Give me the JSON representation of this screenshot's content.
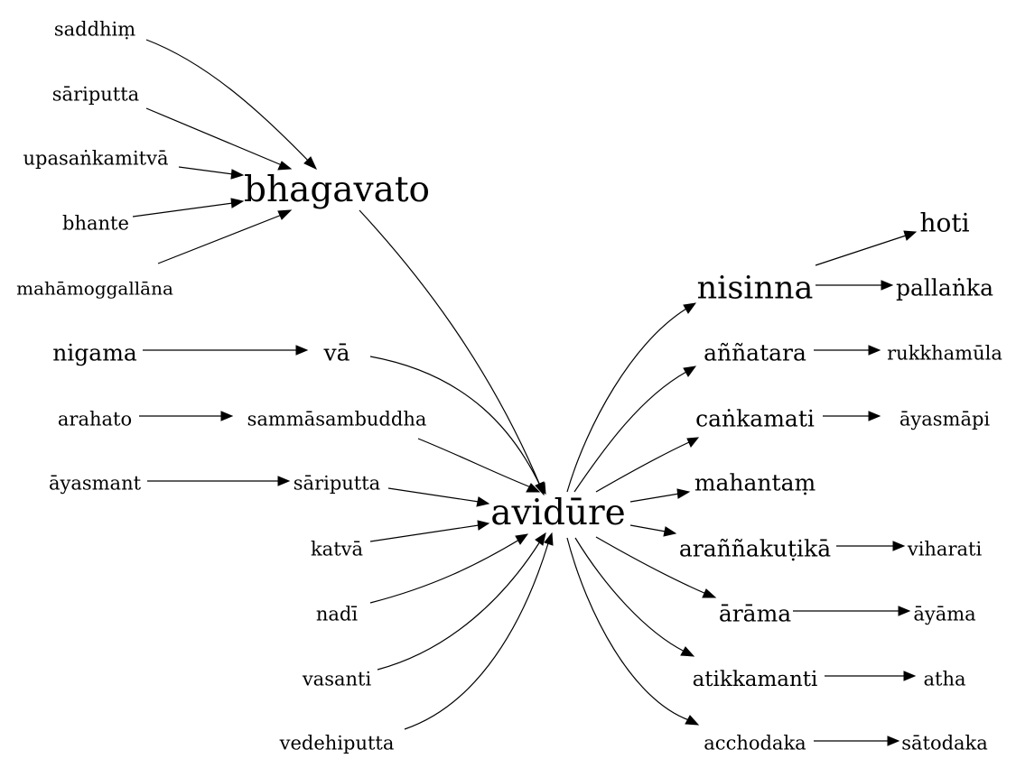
{
  "graph": {
    "nodes": {
      "saddhim": "saddhiṃ",
      "sariputta_top": "sāriputta",
      "upasankamitva": "upasaṅkamitvā",
      "bhante": "bhante",
      "mahamoggallana": "mahāmoggallāna",
      "bhagavato": "bhagavato",
      "nigama": "nigama",
      "va": "vā",
      "arahato": "arahato",
      "sammasambuddha": "sammāsambuddha",
      "ayasmant": "āyasmant",
      "sariputta_mid": "sāriputta",
      "katva": "katvā",
      "nadi": "nadī",
      "vasanti": "vasanti",
      "vedehiputta": "vedehiputta",
      "avidure": "avidūre",
      "nisinna": "nisinna",
      "hoti": "hoti",
      "pallanka": "pallaṅka",
      "annatara": "aññatara",
      "rukkhamula": "rukkhamūla",
      "cankamati": "caṅkamati",
      "ayasmapi": "āyasmāpi",
      "mahantam": "mahantaṃ",
      "arannakutika": "araññakuṭikā",
      "viharati": "viharati",
      "arama": "ārāma",
      "ayama": "āyāma",
      "atikkamanti": "atikkamanti",
      "atha": "atha",
      "acchodaka": "acchodaka",
      "satodaka": "sātodaka"
    },
    "edges": [
      {
        "from": "saddhim",
        "to": "bhagavato"
      },
      {
        "from": "sariputta_top",
        "to": "bhagavato"
      },
      {
        "from": "upasankamitva",
        "to": "bhagavato"
      },
      {
        "from": "bhante",
        "to": "bhagavato"
      },
      {
        "from": "mahamoggallana",
        "to": "bhagavato"
      },
      {
        "from": "bhagavato",
        "to": "avidure"
      },
      {
        "from": "nigama",
        "to": "va"
      },
      {
        "from": "va",
        "to": "avidure"
      },
      {
        "from": "arahato",
        "to": "sammasambuddha"
      },
      {
        "from": "sammasambuddha",
        "to": "avidure"
      },
      {
        "from": "ayasmant",
        "to": "sariputta_mid"
      },
      {
        "from": "sariputta_mid",
        "to": "avidure"
      },
      {
        "from": "katva",
        "to": "avidure"
      },
      {
        "from": "nadi",
        "to": "avidure"
      },
      {
        "from": "vasanti",
        "to": "avidure"
      },
      {
        "from": "vedehiputta",
        "to": "avidure"
      },
      {
        "from": "avidure",
        "to": "nisinna"
      },
      {
        "from": "avidure",
        "to": "annatara"
      },
      {
        "from": "avidure",
        "to": "cankamati"
      },
      {
        "from": "avidure",
        "to": "mahantam"
      },
      {
        "from": "avidure",
        "to": "arannakutika"
      },
      {
        "from": "avidure",
        "to": "arama"
      },
      {
        "from": "avidure",
        "to": "atikkamanti"
      },
      {
        "from": "avidure",
        "to": "acchodaka"
      },
      {
        "from": "nisinna",
        "to": "hoti"
      },
      {
        "from": "nisinna",
        "to": "pallanka"
      },
      {
        "from": "annatara",
        "to": "rukkhamula"
      },
      {
        "from": "cankamati",
        "to": "ayasmapi"
      },
      {
        "from": "arannakutika",
        "to": "viharati"
      },
      {
        "from": "arama",
        "to": "ayama"
      },
      {
        "from": "atikkamanti",
        "to": "atha"
      },
      {
        "from": "acchodaka",
        "to": "satodaka"
      }
    ]
  }
}
